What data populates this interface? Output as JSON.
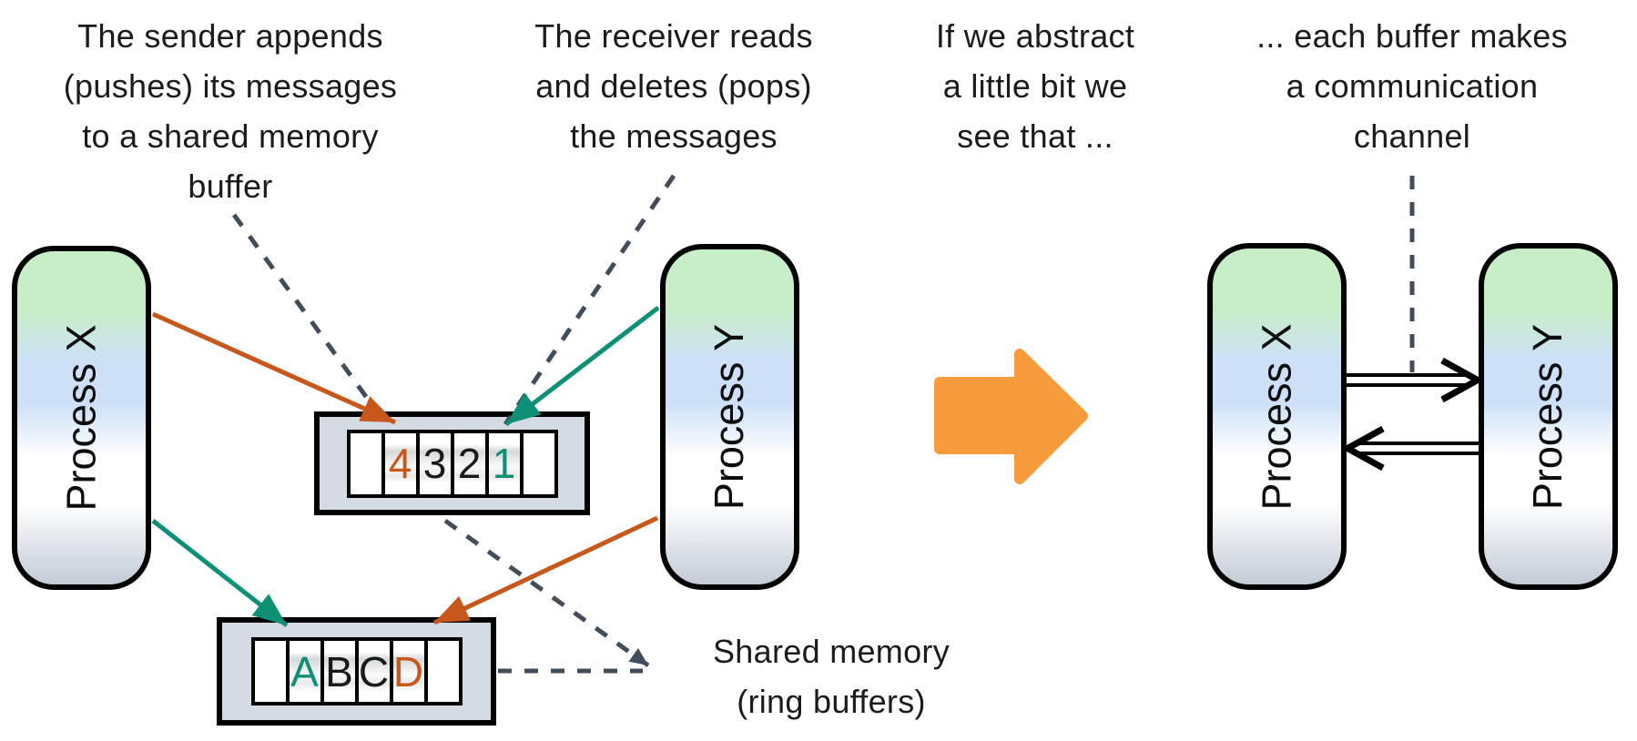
{
  "captions": {
    "sender": "The sender appends\n(pushes) its messages\nto a shared memory\nbuffer",
    "receiver": "The receiver reads\nand deletes (pops)\nthe messages",
    "abstract": "If we abstract\na little bit we\nsee that ...",
    "channel": "... each buffer makes\na communication\nchannel",
    "shared_memory": "Shared memory\n(ring buffers)"
  },
  "processes": {
    "left_x": "Process X",
    "left_y": "Process Y",
    "right_x": "Process X",
    "right_y": "Process Y"
  },
  "buffers": {
    "x_to_y": {
      "cells": [
        "",
        "4",
        "3",
        "2",
        "1",
        ""
      ]
    },
    "y_to_x": {
      "cells": [
        "",
        "A",
        "B",
        "C",
        "D",
        ""
      ]
    }
  },
  "colors": {
    "push_orange": "#c8571c",
    "pop_teal": "#0e9077",
    "leader_dash": "#414d5a",
    "big_arrow_orange": "#f79b3c",
    "process_green": "#c8eec8",
    "process_blue": "#cde0f7",
    "process_gray": "#c3cbd6",
    "buffer_fill": "#d5dbe3"
  }
}
